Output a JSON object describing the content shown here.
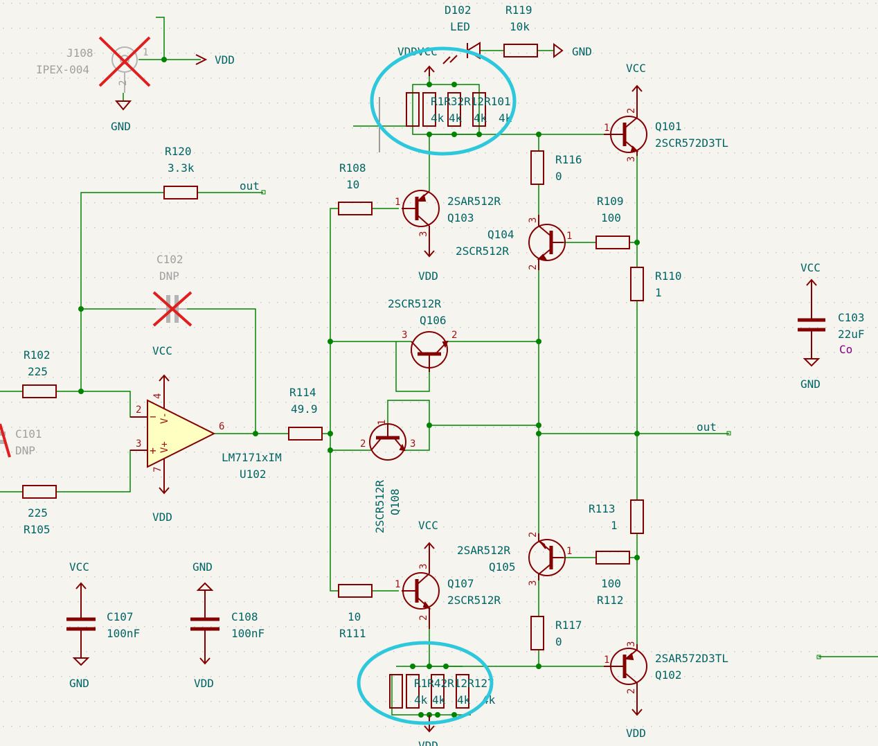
{
  "schematic": {
    "components": {
      "J108": {
        "ref": "J108",
        "value": "IPEX-004",
        "pin1": "1",
        "pin2": "2"
      },
      "D102": {
        "ref": "D102",
        "value": "LED"
      },
      "R119": {
        "ref": "R119",
        "value": "10k"
      },
      "R120": {
        "ref": "R120",
        "value": "3.3k"
      },
      "C102": {
        "ref": "C102",
        "value": "DNP"
      },
      "R102": {
        "ref": "R102",
        "value": "225"
      },
      "R105": {
        "ref": "R105",
        "value": "225"
      },
      "C101": {
        "ref": "C101",
        "value": "DNP"
      },
      "U102": {
        "ref": "U102",
        "value": "LM7171xIM",
        "pin_vminus": "V-",
        "pin_vplus": "V+",
        "pin_minus": "−",
        "pin_plus": "+",
        "pin2": "2",
        "pin3": "3",
        "pin4": "4",
        "pin6": "6",
        "pin7": "7"
      },
      "R114": {
        "ref": "R114",
        "value": "49.9"
      },
      "R108": {
        "ref": "R108",
        "value": "10"
      },
      "Q103": {
        "ref": "Q103",
        "value": "2SAR512R"
      },
      "Q106": {
        "ref": "Q106",
        "value": "2SCR512R"
      },
      "Q108": {
        "ref": "Q108",
        "value": "2SCR512R"
      },
      "Q107": {
        "ref": "Q107",
        "value": "2SCR512R"
      },
      "R111": {
        "ref": "R111",
        "value": "10"
      },
      "R116": {
        "ref": "R116",
        "value": "0"
      },
      "Q104": {
        "ref": "Q104",
        "value": "2SCR512R"
      },
      "R109": {
        "ref": "R109",
        "value": "100"
      },
      "R110": {
        "ref": "R110",
        "value": "1"
      },
      "Q101": {
        "ref": "Q101",
        "value": "2SCR572D3TL"
      },
      "Q102": {
        "ref": "Q102",
        "value": "2SAR572D3TL"
      },
      "R113": {
        "ref": "R113",
        "value": "1"
      },
      "Q105": {
        "ref": "Q105",
        "value": "2SAR512R"
      },
      "R112": {
        "ref": "R112",
        "value": "100"
      },
      "R117": {
        "ref": "R117",
        "value": "0"
      },
      "C103": {
        "ref": "C103",
        "value": "22uF",
        "extra": "Co"
      },
      "C107": {
        "ref": "C107",
        "value": "100nF"
      },
      "C108": {
        "ref": "C108",
        "value": "100nF"
      },
      "top_array": {
        "refs": "R1R32R12R101",
        "values": [
          "4k",
          "4k",
          "4k",
          "4k"
        ]
      },
      "bottom_array": {
        "refs": "R1R42R12R127",
        "values": [
          "4k",
          "4k",
          "4k",
          "4k"
        ]
      }
    },
    "power": {
      "vdd": "VDD",
      "vcc": "VCC",
      "gnd": "GND",
      "vdd_vcc_overlap": "VDDVCC"
    },
    "nets": {
      "out": "out"
    },
    "pins": {
      "p1": "1",
      "p2": "2",
      "p3": "3"
    },
    "colors": {
      "wire": "#008400",
      "component": "#840000",
      "text": "#006464",
      "highlight": "#2ec8dc",
      "opamp_fill": "#ffffc2",
      "background": "#f5f4ef"
    }
  }
}
